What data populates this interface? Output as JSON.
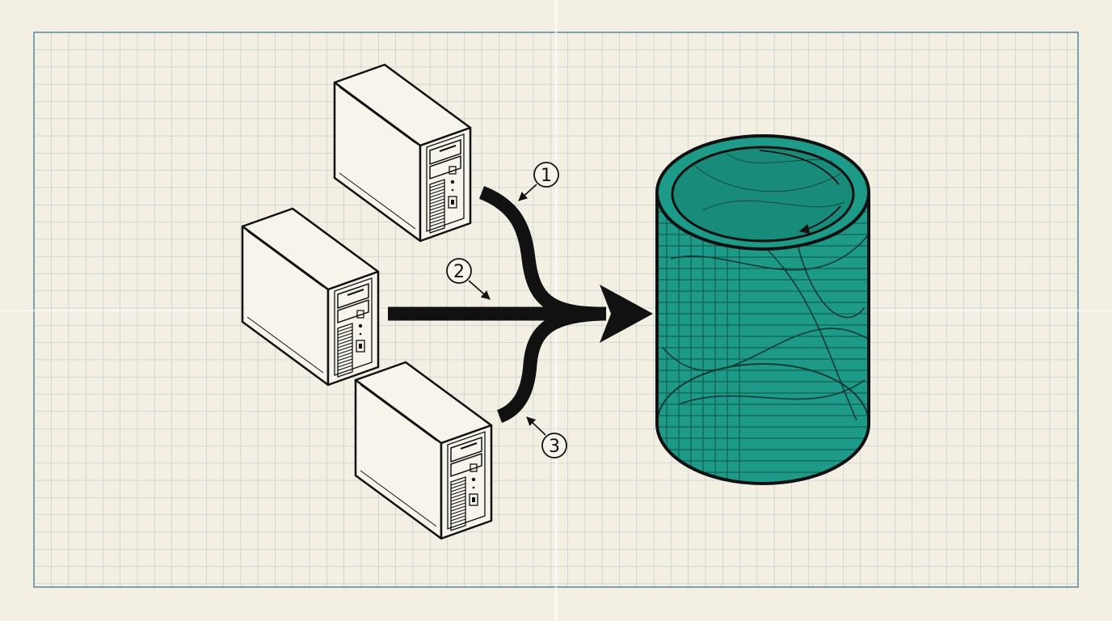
{
  "diagram": {
    "type": "data-flow",
    "nodes": [
      {
        "id": "server-1",
        "kind": "tower-server"
      },
      {
        "id": "server-2",
        "kind": "tower-server"
      },
      {
        "id": "server-3",
        "kind": "tower-server"
      },
      {
        "id": "storage",
        "kind": "cylinder-database"
      }
    ],
    "edges": [
      {
        "from": "server-1",
        "to": "storage",
        "label": "1"
      },
      {
        "from": "server-2",
        "to": "storage",
        "label": "2"
      },
      {
        "from": "server-3",
        "to": "storage",
        "label": "3"
      }
    ],
    "callouts": [
      "1",
      "2",
      "3"
    ]
  },
  "colors": {
    "paper": "#f3efe3",
    "grid": "#9bb7c4",
    "ink": "#111111",
    "storage_fill": "#1e9a88"
  }
}
